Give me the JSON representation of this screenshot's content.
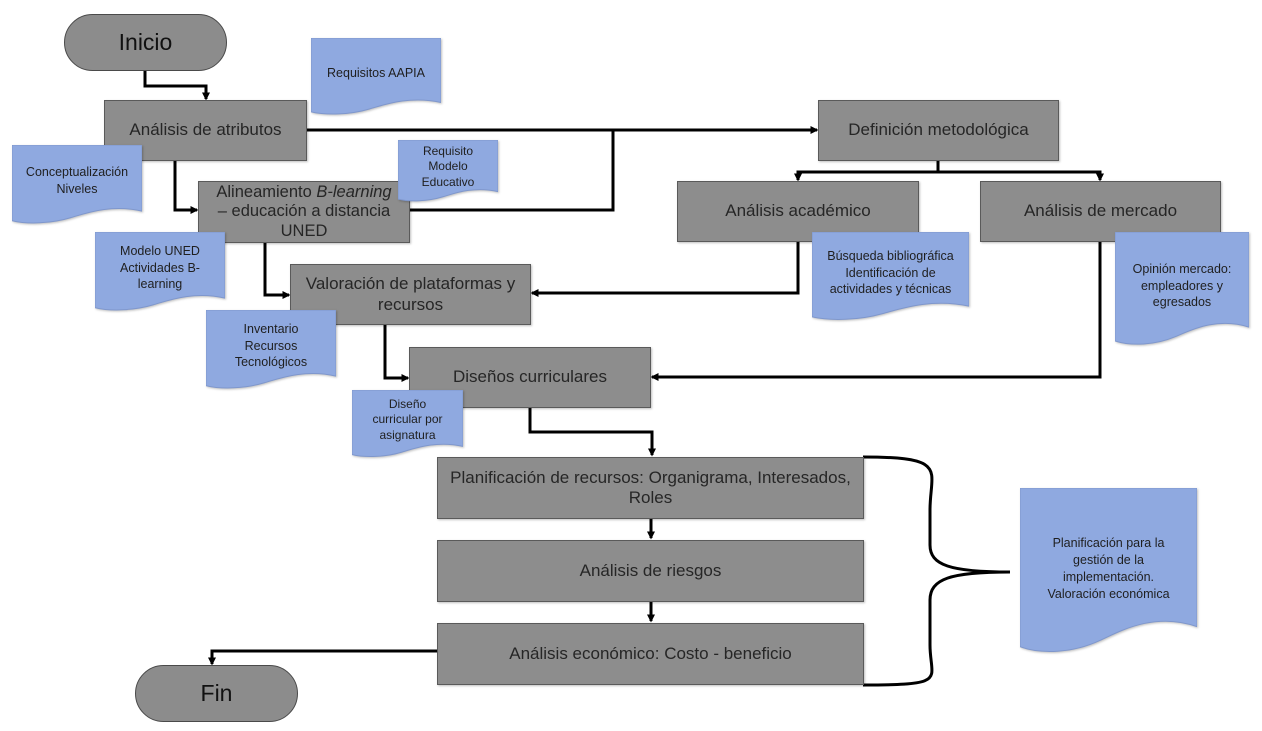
{
  "colors": {
    "process_fill": "#8d8d8d",
    "terminal_fill": "#8c8c8c",
    "document_fill": "#8fa9e0",
    "connector": "#000000"
  },
  "terminals": {
    "start": "Inicio",
    "end": "Fin"
  },
  "processes": {
    "analisis_atributos": "Análisis de atributos",
    "alineamiento": {
      "part1": "Alineamiento ",
      "part2_italic": "B-learning",
      "part3": "– educación a distancia UNED"
    },
    "valoracion_plataformas": "Valoración de plataformas y recursos",
    "disenos_curriculares": "Diseños curriculares",
    "definicion_metodologica": "Definición metodológica",
    "analisis_academico": "Análisis académico",
    "analisis_mercado": "Análisis de mercado",
    "planificacion_recursos": "Planificación de recursos: Organigrama, Interesados, Roles",
    "analisis_riesgos": "Análisis de riesgos",
    "analisis_economico": "Análisis económico: Costo - beneficio"
  },
  "documents": {
    "requisitos_aapia": [
      "Requisitos AAPIA"
    ],
    "conceptualizacion": [
      "Conceptualización",
      "Niveles"
    ],
    "requisito_modelo": [
      "Requisito",
      "Modelo",
      "Educativo"
    ],
    "modelo_uned": [
      "Modelo UNED",
      "Actividades B-",
      "learning"
    ],
    "inventario": [
      "Inventario",
      "Recursos",
      "Tecnológicos"
    ],
    "diseno_curricular": [
      "Diseño",
      "curricular por",
      "asignatura"
    ],
    "busqueda": [
      "Búsqueda bibliográfica",
      "Identificación de",
      "actividades y técnicas"
    ],
    "opinion_mercado": [
      "Opinión mercado:",
      "empleadores y",
      "egresados"
    ],
    "planificacion_gestion": [
      "Planificación para la",
      "gestión de la",
      "implementación.",
      "Valoración económica"
    ]
  }
}
